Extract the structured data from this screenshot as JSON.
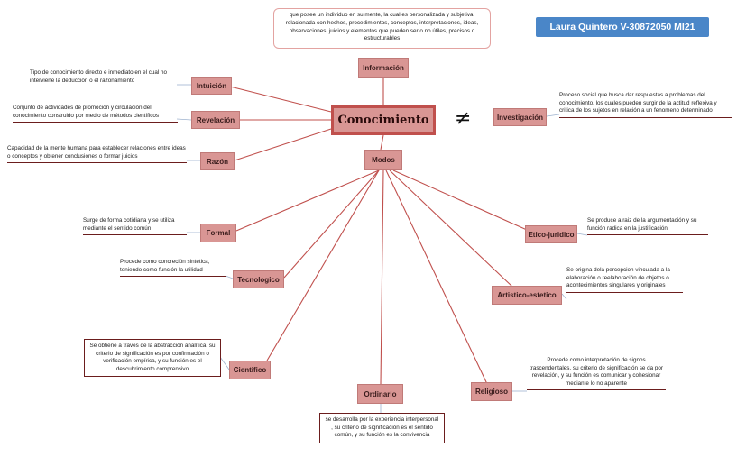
{
  "author": "Laura Quintero V-30872050 MI21",
  "central": "Conocimiento",
  "not_equal_symbol": "≠",
  "top_definition": "que posee un individuo en su mente, la cual es personalizada y subjetiva, relacionada con hechos, procedimientos, conceptos, interpretaciones, ideas, observaciones, juicios y elementos que pueden ser o no útiles, precisos o estructurables",
  "nodes": {
    "informacion": "Información",
    "intuicion": "Intuición",
    "revelacion": "Revelación",
    "razon": "Razón",
    "investigacion": "Investigación",
    "modos": "Modos",
    "formal": "Formal",
    "tecnologico": "Tecnologico",
    "cientifico": "Cientifico",
    "ordinario": "Ordinario",
    "religioso": "Religioso",
    "artistico": "Artistico-estetico",
    "etico": "Etico-juridico"
  },
  "descriptions": {
    "intuicion": "Tipo de conocimiento directo e inmediato  en el cual no interviene la deducción o el razonamiento",
    "revelacion": "Conjunto de actividades de promoción y circulación del conocimiento construido por medio de métodos científicos",
    "razon": "Capacidad de la mente humana para establecer relaciones entre ideas o conceptos y obtener conclusiones o formar juicios",
    "investigacion": "Proceso social que busca dar respuestas a problemas del conocimiento, los cuales pueden surgir de la actitud reflexiva y critica de los sujetos en relación a un fenomeno determinado",
    "formal": "Surge de forma cotidiana  y se utiliza mediante el sentido común",
    "tecnologico": "Procede como concreción sintética, teniendo como función la utilidad",
    "cientifico": "Se obtiene a traves de la abstracción analítica, su criterio de significación es por confirmación o verificación empírica, y su función es el descubrimiento comprensivo",
    "ordinario": "se desarrolla por la experiencia  interpersonal , su criterio de significación es el sentido común, y su función es la convivencia",
    "religioso": "Procede como interpretación de signos trascendentales, su criterio de significación se da por revelación, y su función es comunicar y cohesionar mediante lo no aparente",
    "artistico": "Se origina dela percepcion vinculada a la elaboración o reelaboración de objetos o acontecimientos singulares y originales",
    "etico": "Se produce a raiz de la argumentación y su función radica en la justificación"
  }
}
